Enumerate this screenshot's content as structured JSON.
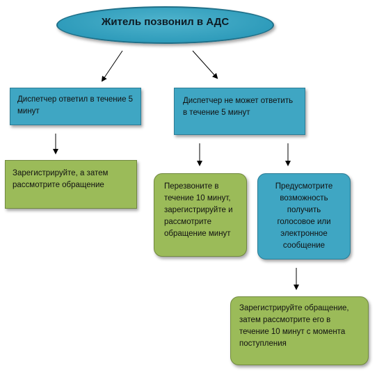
{
  "root": {
    "label": "Житель позвонил в АДС"
  },
  "nodes": {
    "answered": "Диспетчер ответил в течение 5 минут",
    "cannot_answer": "Диспетчер не может ответить в течение 5 минут",
    "register_review": "Зарегистрируйте, а затем рассмотрите обращение",
    "call_back": "Перезвоните в течение 10 минут, зарегистрируйте и рассмотрите обращение минут",
    "voice_message": "Предусмотрите возможность получить голосовое или электронное сообщение",
    "register_10min": "Зарегистрируйте обращение, затем рассмотрите его в течение 10 минут с момента поступления"
  },
  "colors": {
    "blue": "#3fa6c3",
    "green": "#9bbb59",
    "ellipse": "#2f9cbb"
  }
}
